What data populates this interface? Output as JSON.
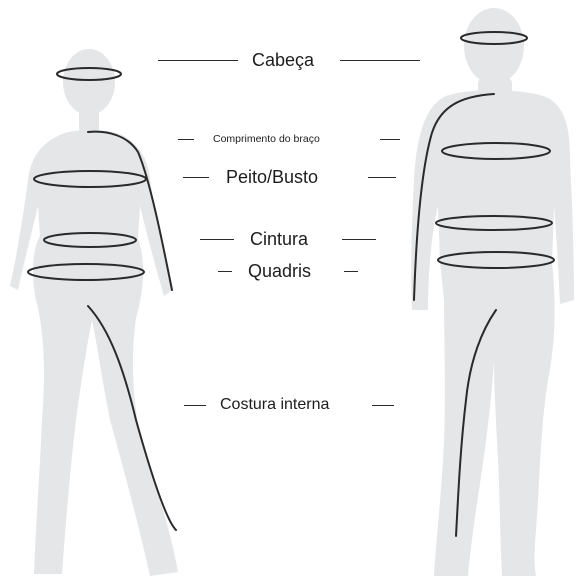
{
  "labels": {
    "head": "Cabeça",
    "arm_length": "Comprimento do braço",
    "chest_bust": "Peito/Busto",
    "waist": "Cintura",
    "hips": "Quadris",
    "inseam": "Costura interna"
  },
  "colors": {
    "silhouette": "#e5e6e8",
    "measure_line": "#2a2a2a",
    "text": "#1d1d1d",
    "background": "#ffffff"
  }
}
